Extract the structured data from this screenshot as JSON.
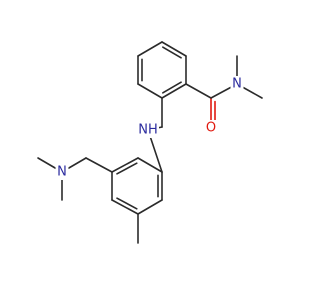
{
  "molecule": {
    "atoms": {
      "o1": {
        "symbol": "O",
        "color": "#e0190f"
      },
      "n_amide": {
        "symbol": "N",
        "color": "#2b2b9e"
      },
      "n_amine": {
        "symbol": "NH",
        "color": "#2b2b9e"
      },
      "n_dimethyl": {
        "symbol": "N",
        "color": "#2b2b9e"
      }
    },
    "colors": {
      "bond": "#2b2b2b",
      "oxygen": "#e0190f",
      "nitrogen": "#2b2b9e",
      "background": "#ffffff"
    }
  }
}
